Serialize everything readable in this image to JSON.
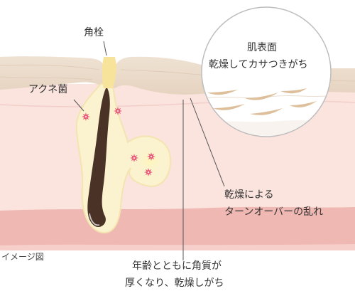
{
  "labels": {
    "plug": "角栓",
    "bacteria": "アクネ菌",
    "zoom_line1": "肌表面",
    "zoom_line2": "乾燥してカサつきがち",
    "turnover_line1": "乾燥による",
    "turnover_line2": "ターンオーバーの乱れ",
    "bottom_line1": "年齢とともに角質が",
    "bottom_line2": "厚くなり、乾燥しがち",
    "caption": "イメージ図"
  },
  "colors": {
    "surface": "#eedfd0",
    "dermis": "#fbe3de",
    "lower_band": "#f0b8b3",
    "follicle": "#fbf3cf",
    "hair": "#4a3226",
    "bacteria": "#e65070",
    "plug": "#f7e49a",
    "flake": "#ddbf9b"
  }
}
